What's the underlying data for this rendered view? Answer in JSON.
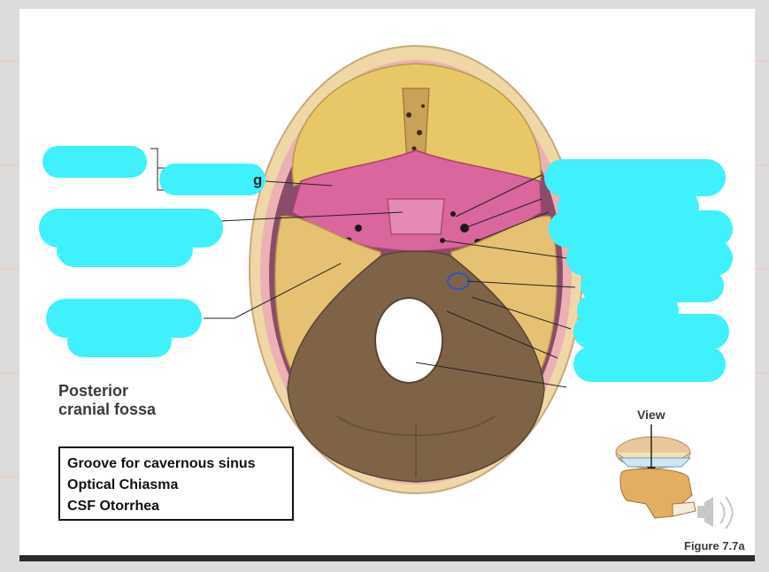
{
  "labels": {
    "fossa": "Posterior\ncranial fossa",
    "view": "View",
    "figure": "Figure 7.7a",
    "partial_letter": "g"
  },
  "notes": {
    "lines": [
      "Groove for cavernous sinus",
      "Optical Chiasma",
      "CSF Otorrhea"
    ]
  },
  "colors": {
    "frontal_bone": "#e7c766",
    "sphenoid": "#d9669c",
    "temporal": "#e6c173",
    "occipital": "#7f6347",
    "redaction": "#3ef1fd",
    "outer_skull": "#efd7a8",
    "dura": "#ecb1b3"
  }
}
